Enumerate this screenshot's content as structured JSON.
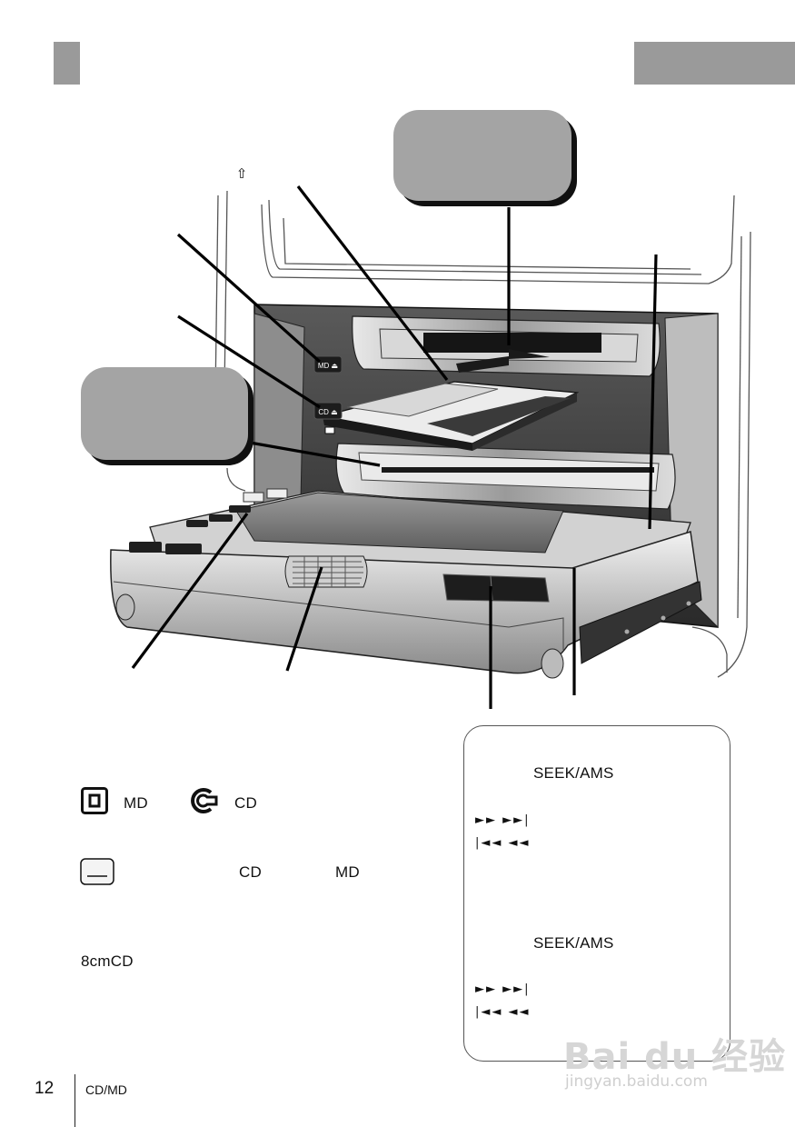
{
  "figure": {
    "up_arrow": "⇧",
    "md_button": "MD ⏏",
    "cd_button": "CD ⏏"
  },
  "notes": {
    "md_label": "MD",
    "cd_label": "CD",
    "cd_label_2": "CD",
    "md_label_2": "MD",
    "disc_size": "8cmCD"
  },
  "seek_box": {
    "heading_1": "SEEK/AMS",
    "forward_1": "►► ►►|",
    "backward_1": "|◄◄ ◄◄",
    "heading_2": "SEEK/AMS",
    "forward_2": "►► ►►|",
    "backward_2": "|◄◄ ◄◄"
  },
  "footer": {
    "page_number": "12",
    "section": "CD/MD"
  },
  "watermark": {
    "brand": "Bai du 经验",
    "url": "jingyan.baidu.com"
  },
  "colors": {
    "tab_gray": "#9a9a9a",
    "callout_gray": "#a4a4a4"
  }
}
